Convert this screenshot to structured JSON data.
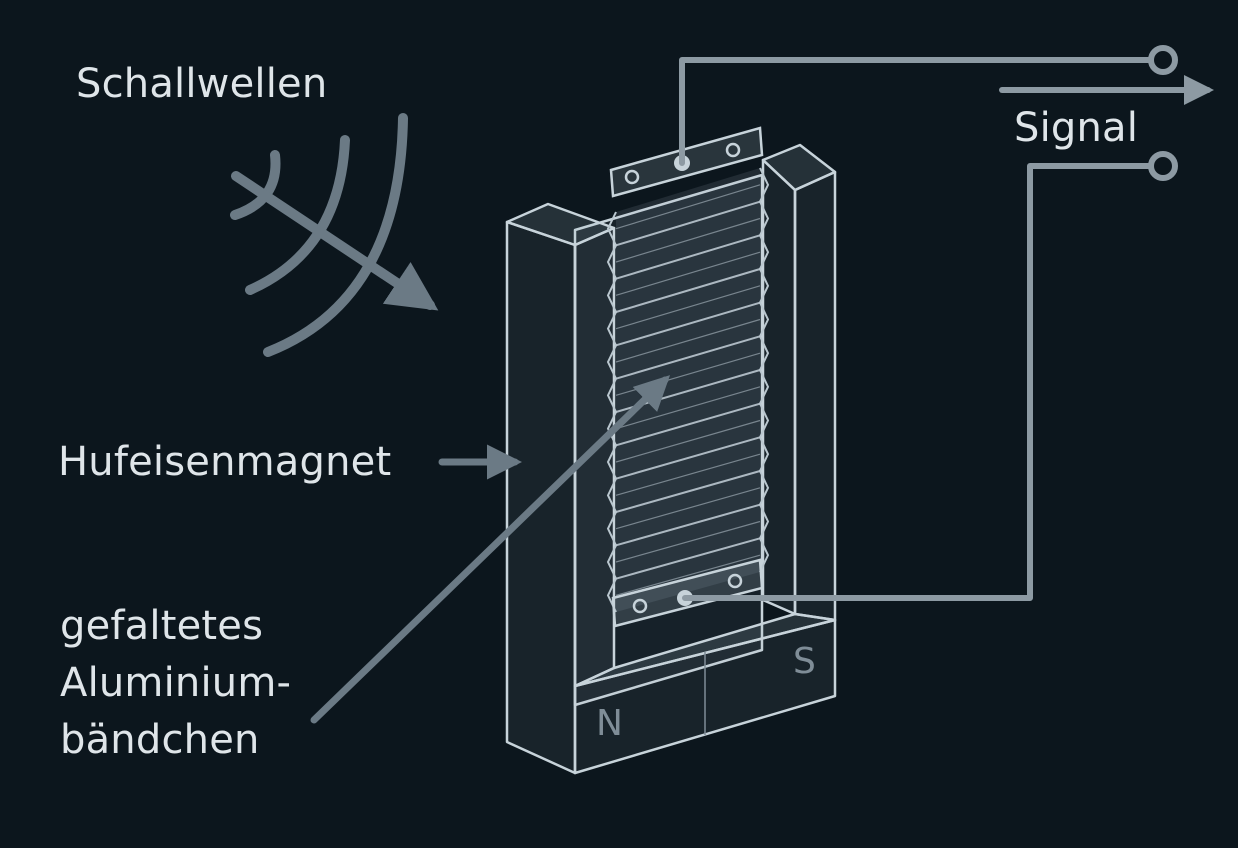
{
  "labels": {
    "sound_waves": "Schallwellen",
    "signal": "Signal",
    "magnet": "Hufeisenmagnet",
    "ribbon_line1": "gefaltetes",
    "ribbon_line2": "Aluminium-",
    "ribbon_line3": "bändchen",
    "pole_north": "N",
    "pole_south": "S"
  },
  "colors": {
    "background": "#0c161d",
    "text": "#dfe5e9",
    "arrow": "#6b7a85",
    "wire": "#8d9aa3",
    "outline": "#c7d3da",
    "ribbon": "#bac7cf"
  },
  "ribbon": {
    "folds": 24
  }
}
